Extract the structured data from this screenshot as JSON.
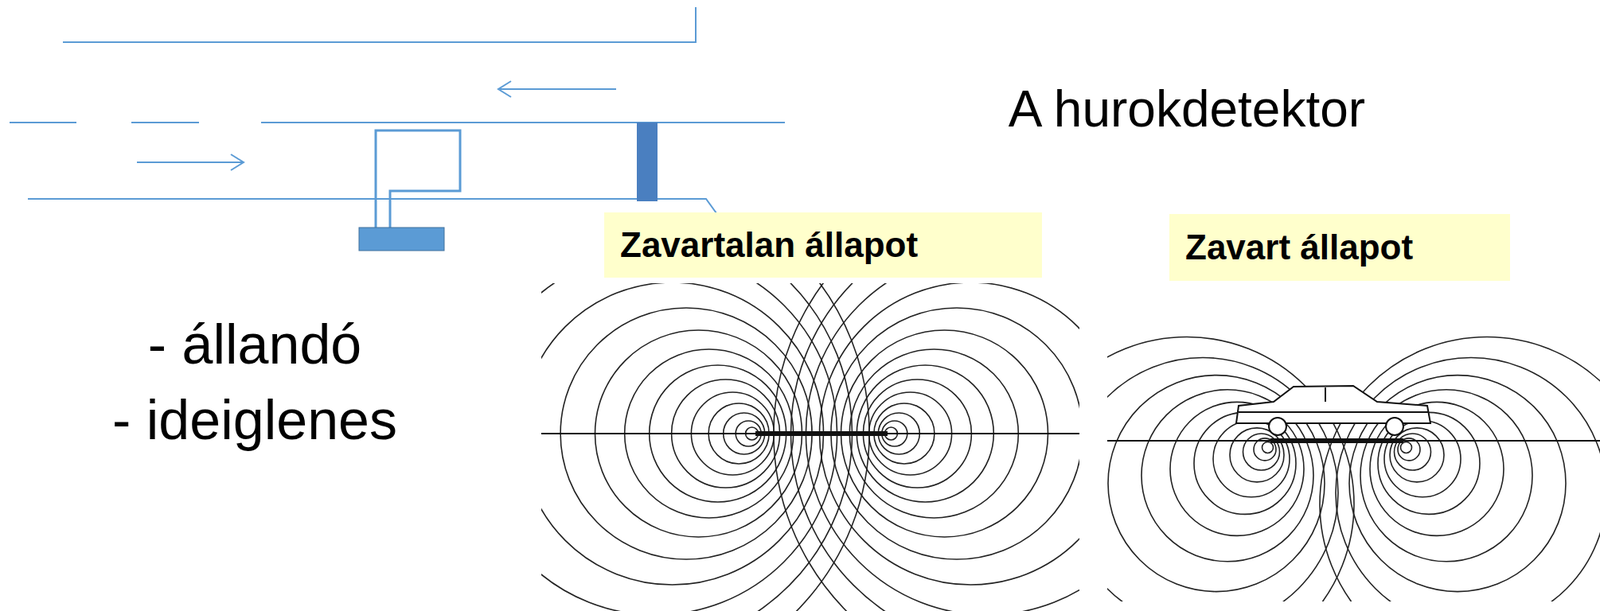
{
  "diagram": {
    "title": "A hurokdetektor",
    "nodes": [
      {
        "text": [
          "Zavartalan állapot"
        ]
      },
      {
        "text": [
          "Zavart állapot"
        ]
      }
    ],
    "labels": [
      "- állandó",
      "- ideiglenes"
    ]
  }
}
